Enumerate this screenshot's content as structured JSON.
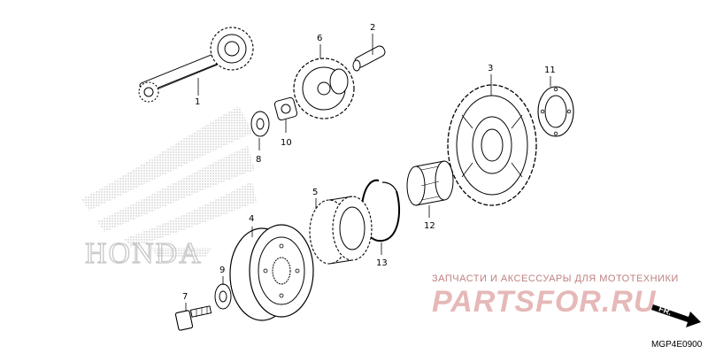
{
  "diagram": {
    "callouts": [
      "1",
      "2",
      "3",
      "4",
      "5",
      "6",
      "7",
      "8",
      "9",
      "10",
      "11",
      "12",
      "13"
    ],
    "brand_watermark": "HONDA",
    "site_caption": "ЗАПЧАСТИ И АКСЕССУАРЫ ДЛЯ МОТОТЕХНИКИ",
    "site_logo": "PARTSFOR.RU",
    "direction_marker": "FR.",
    "diagram_code": "MGP4E0900"
  }
}
